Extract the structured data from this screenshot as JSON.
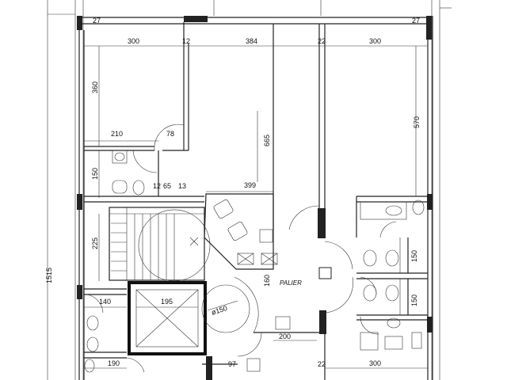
{
  "dimensions": {
    "top_27_left": "27",
    "top_27_right": "27",
    "room_w_left": "300",
    "wall_12": "12",
    "room_w_center": "384",
    "wall_22_top": "22",
    "room_w_right": "300",
    "h_360": "360",
    "h_665": "665",
    "h_570": "570",
    "w_210": "210",
    "w_78": "78",
    "h_150_left": "150",
    "w_12": "12",
    "w_65": "65",
    "w_13": "13",
    "w_399": "399",
    "h_225": "225",
    "h_160": "160",
    "h_150_right_a": "150",
    "h_150_right_b": "150",
    "w_140": "140",
    "w_195": "195",
    "dia_150": "ø150",
    "w_200": "200",
    "w_190": "190",
    "w_97": "97",
    "wall_22_bottom": "22",
    "room_w_bottom_right": "300",
    "total_1515": "1515"
  },
  "labels": {
    "palier": "PALIER"
  }
}
